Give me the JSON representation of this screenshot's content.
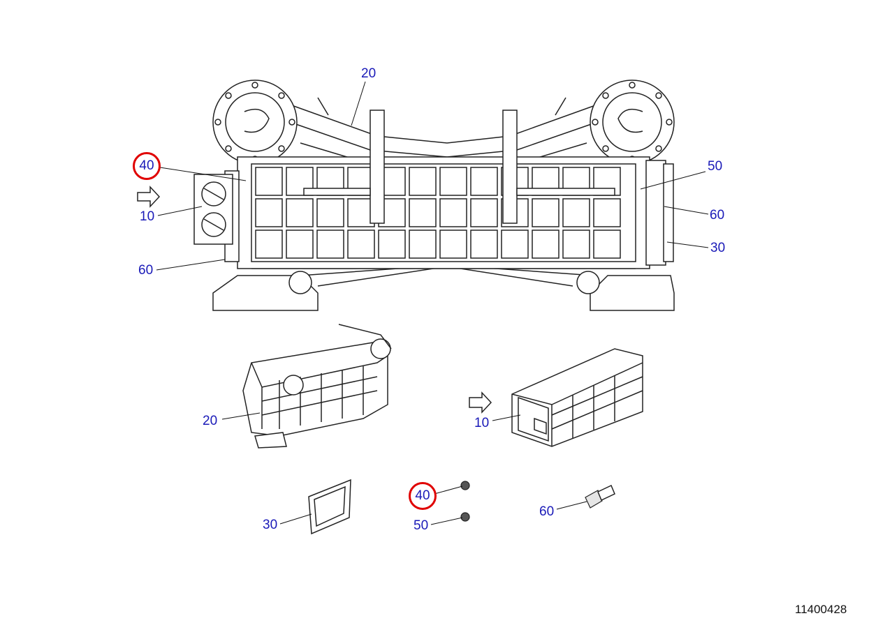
{
  "callouts": {
    "main_20": "20",
    "main_40": "40",
    "main_10": "10",
    "main_60_left": "60",
    "main_50": "50",
    "main_60_right": "60",
    "main_30": "30",
    "frame_20": "20",
    "core_10": "10",
    "gasket_30": "30",
    "nut_40": "40",
    "nut_50": "50",
    "bolt_60": "60"
  },
  "drawing_number": "11400428",
  "highlight_color": "#e00000",
  "callout_color": "#1a1ab8"
}
